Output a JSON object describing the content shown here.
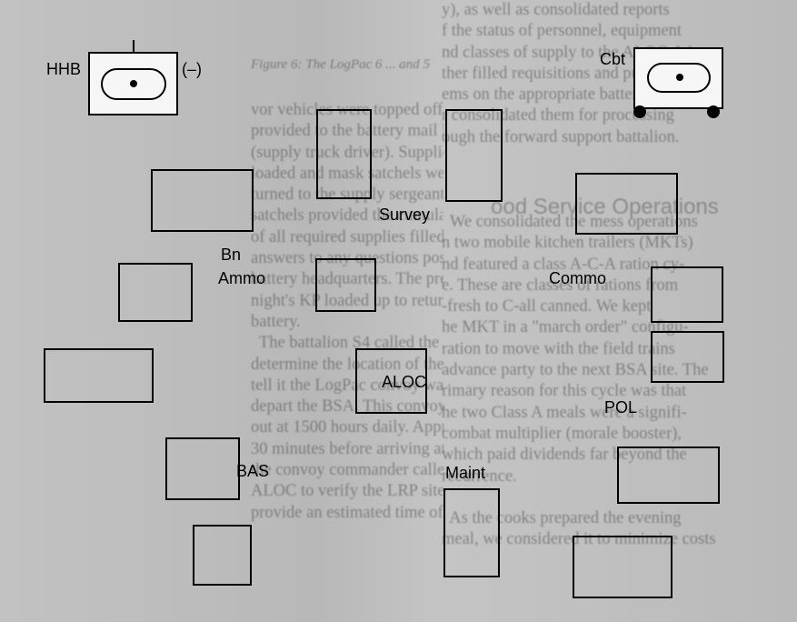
{
  "labels": {
    "hhb": "HHB",
    "minus": "(–)",
    "cbt": "Cbt",
    "survey": "Survey",
    "bn_ammo_line1": "Bn",
    "bn_ammo_line2": "Ammo",
    "commo": "Commo",
    "aloc": "ALOC",
    "pol": "POL",
    "bas": "BAS",
    "maint": "Maint"
  },
  "bleed_text": {
    "caption": "Figure 6: The LogPac 6 ... and 5",
    "heading": "ood Service Operations",
    "left_column": "vor vehicles were topped off and was\nprovided to the battery mail handlers\n(supply truck driver). Supplies were\nloaded and mask satchels were re-\nturned to the supply sergeants. The\nsatchels provided the cumulative status\nof all required supplies filled, as well as\nanswers to any questions posed by the\nbattery headquarters. The previous\nnight's KP loaded up to return to his\nbattery.\n  The battalion S4 called the ALOC to\ndetermine the location of the LRP and\ntell it the LogPac convoy was about to\ndepart the BSA. This convoy moved\nout at 1500 hours daily. Approximately\n30 minutes before arriving at the LRP,\nthe convoy commander called the\nALOC to verify the LRP site and to\nprovide an estimated time of arrival.",
    "right_column": "y), as well as consolidated reports\nf the status of personnel, equipment\nnd classes of supply to the ALOC. We\nther filled requisitions and put the\nems on the appropriate battery pallet\nr consolidated them for processing\nough the forward support battalion.\n\n\n\n  We consolidated the mess operations\nn two mobile kitchen trailers (MKTs)\nnd featured a class A-C-A ration cy-\ne. These are classes of rations from\n-fresh to C-all canned. We kept\nhe MKT in a \"march order\" configu-\nration to move with the field trains\nadvance party to the next BSA site. The\nrimary reason for this cycle was that\nhe two Class A meals were a signifi-\ncombat multiplier (morale booster),\nwhich paid dividends far beyond the\nrecurrence.\n\n  As the cooks prepared the evening\nmeal, we considered it to minimize costs"
  }
}
